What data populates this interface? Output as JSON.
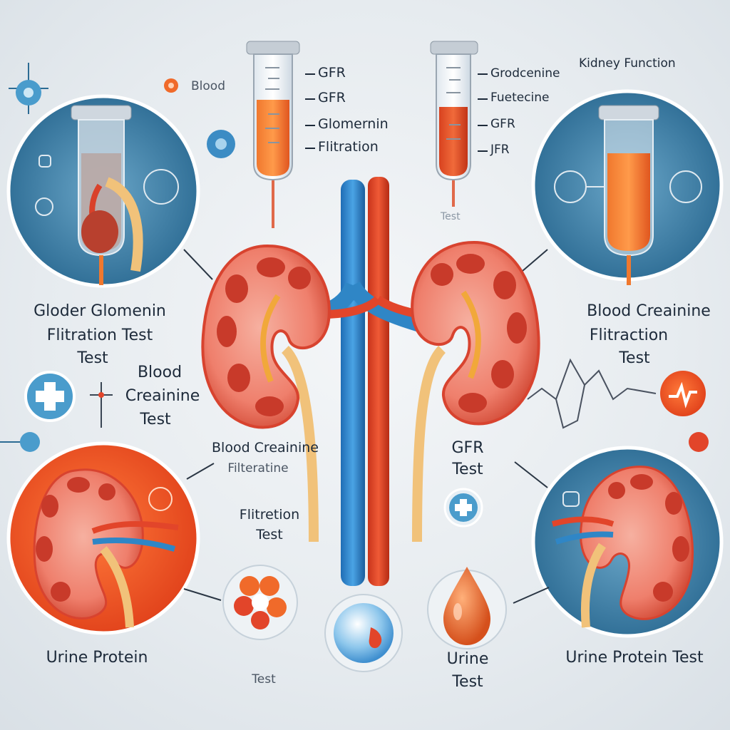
{
  "labels": {
    "blood_top": "Blood",
    "tube1_line1": "GFR",
    "tube1_line2": "GFR",
    "tube1_line3": "Glomernin",
    "tube1_line4": "Flitration",
    "tube2_line1": "Grodcenine",
    "tube2_line2": "Fuetecine",
    "tube2_line3": "GFR",
    "tube2_line4": "JFR",
    "kidney_function": "Kidney Function",
    "faint_test_top": "Test",
    "left_title_1": "Gloder Glomenin",
    "left_title_2": "Flitration Test",
    "left_title_3": "Test",
    "blood_creat_left_1": "Blood",
    "blood_creat_left_2": "Creainine",
    "blood_creat_left_3": "Test",
    "right_title_1": "Blood Creainine",
    "right_title_2": "Flitraction",
    "right_title_3": "Test",
    "center_left_1": "Blood Creainine",
    "center_left_2": "Filteratine",
    "gfr_test_1": "GFR",
    "gfr_test_2": "Test",
    "flitration_test_1": "Flitretion",
    "flitration_test_2": "Test",
    "urine_protein_left": "Urine Protein",
    "test_bottom": "Test",
    "urine_test_1": "Urine",
    "urine_test_2": "Test",
    "urine_protein_right": "Urine Protein Test"
  },
  "colors": {
    "blue": "#2f86c6",
    "red": "#e2452a",
    "orange": "#f06a2a",
    "kidney": "#e86a5a",
    "teal_circle": "#3f7fa6"
  },
  "icons": [
    "medical-cross-icon",
    "heartbeat-icon",
    "water-drop-icon",
    "protein-molecule-icon",
    "test-tube-icon"
  ]
}
